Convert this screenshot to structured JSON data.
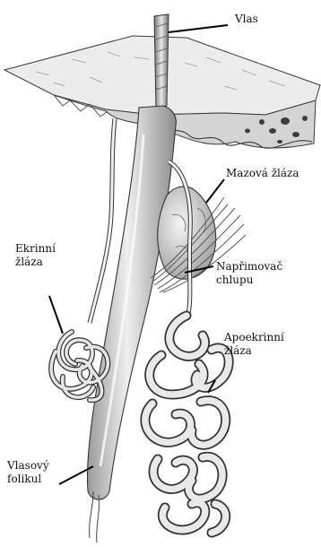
{
  "figure": {
    "labels": {
      "hair": "Vlas",
      "sebaceous_gland": "Mazová žláza",
      "arrector_pili": [
        "Napřimovač",
        "chlupu"
      ],
      "eccrine_gland": [
        "Ekrinní",
        "žláza"
      ],
      "apocrine_gland": [
        "Apoekrinní",
        "žláza"
      ],
      "hair_follicle": [
        "Vlasový",
        "folikul"
      ]
    },
    "colors": {
      "tissue_light": "#eeeeee",
      "tissue_mid": "#cfcfcf",
      "tissue_dark": "#8a8a8a",
      "outline": "#3a3a3a",
      "leader": "#000000"
    }
  }
}
